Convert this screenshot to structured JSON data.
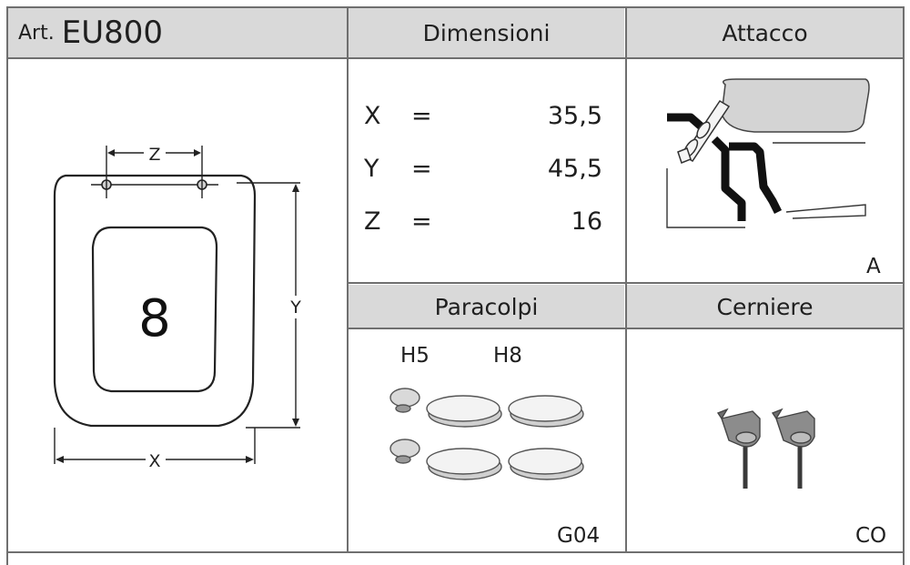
{
  "article": {
    "prefix": "Art.",
    "code": "EU800"
  },
  "headers": {
    "dimensioni": "Dimensioni",
    "attacco": "Attacco",
    "paracolpi": "Paracolpi",
    "cerniere": "Cerniere"
  },
  "seat_drawing": {
    "number": "8",
    "dim_x_label": "X",
    "dim_y_label": "Y",
    "dim_z_label": "Z"
  },
  "dimensions": [
    {
      "label": "X",
      "eq": "=",
      "value": "35,5"
    },
    {
      "label": "Y",
      "eq": "=",
      "value": "45,5"
    },
    {
      "label": "Z",
      "eq": "=",
      "value": "16"
    }
  ],
  "attacco": {
    "code": "A"
  },
  "paracolpi": {
    "label_a": "H5",
    "label_b": "H8",
    "code": "G04"
  },
  "cerniere": {
    "code": "CO"
  }
}
